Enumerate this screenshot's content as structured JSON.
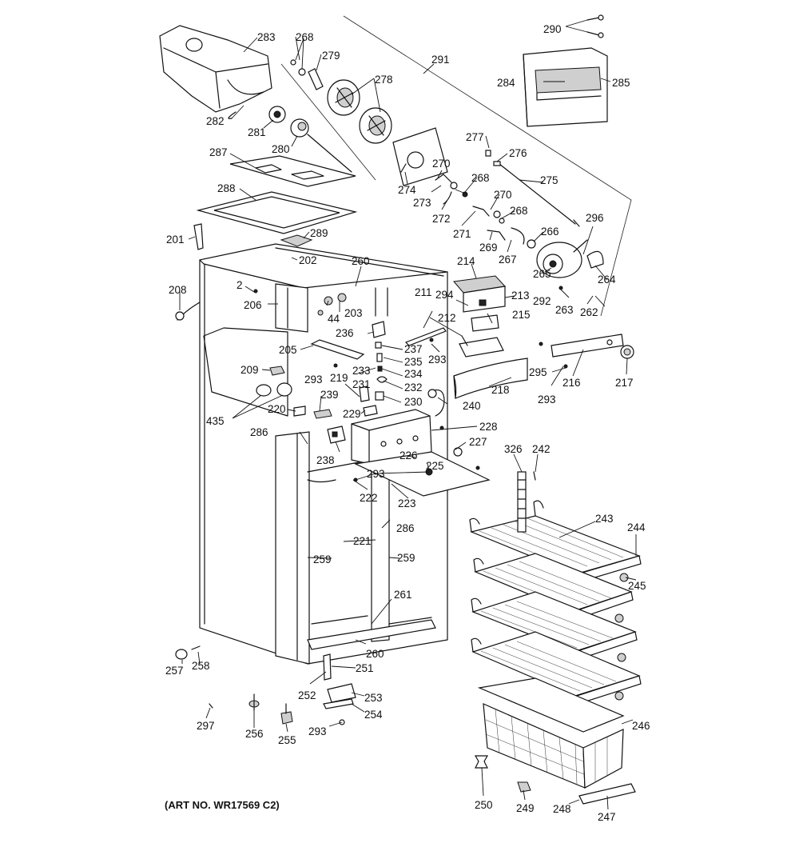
{
  "art_number": "(ART NO. WR17569 C2)",
  "labels": {
    "l2": "2",
    "l44": "44",
    "l201": "201",
    "l202": "202",
    "l203": "203",
    "l205": "205",
    "l206": "206",
    "l208": "208",
    "l209": "209",
    "l211": "211",
    "l212": "212",
    "l213": "213",
    "l214": "214",
    "l215": "215",
    "l216": "216",
    "l217": "217",
    "l218": "218",
    "l219": "219",
    "l220": "220",
    "l221": "221",
    "l222": "222",
    "l223": "223",
    "l225": "225",
    "l226": "226",
    "l227": "227",
    "l228": "228",
    "l229": "229",
    "l230": "230",
    "l231": "231",
    "l232": "232",
    "l233": "233",
    "l234": "234",
    "l235": "235",
    "l236": "236",
    "l237": "237",
    "l238": "238",
    "l239": "239",
    "l240": "240",
    "l242": "242",
    "l243": "243",
    "l244": "244",
    "l245": "245",
    "l246": "246",
    "l247": "247",
    "l248": "248",
    "l249": "249",
    "l250": "250",
    "l251": "251",
    "l252": "252",
    "l253": "253",
    "l254": "254",
    "l255": "255",
    "l256": "256",
    "l257": "257",
    "l258": "258",
    "l259": "259",
    "l260": "260",
    "l261": "261",
    "l262": "262",
    "l263": "263",
    "l264": "264",
    "l265": "265",
    "l266": "266",
    "l267": "267",
    "l268": "268",
    "l269": "269",
    "l270": "270",
    "l271": "271",
    "l272": "272",
    "l273": "273",
    "l274": "274",
    "l275": "275",
    "l276": "276",
    "l277": "277",
    "l278": "278",
    "l279": "279",
    "l280": "280",
    "l281": "281",
    "l282": "282",
    "l283": "283",
    "l284": "284",
    "l285": "285",
    "l286": "286",
    "l287": "287",
    "l288": "288",
    "l289": "289",
    "l290": "290",
    "l291": "291",
    "l292": "292",
    "l293": "293",
    "l294": "294",
    "l295": "295",
    "l296": "296",
    "l297": "297",
    "l326": "326",
    "l435": "435"
  }
}
